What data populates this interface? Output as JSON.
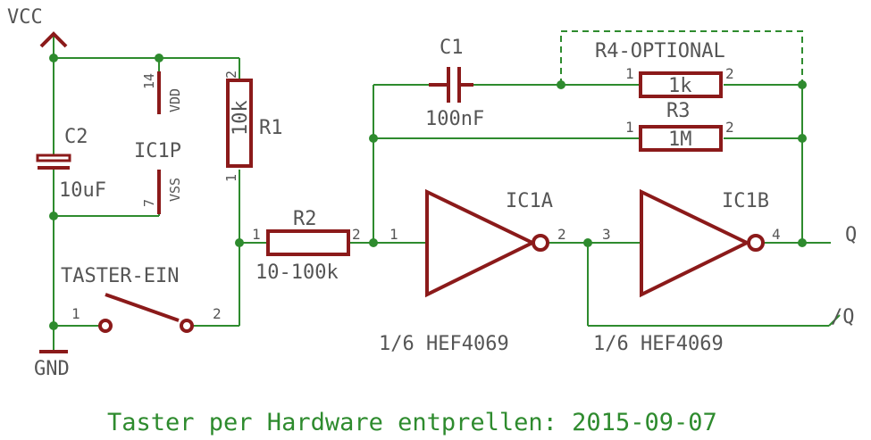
{
  "supply": {
    "vcc": "VCC",
    "gnd": "GND"
  },
  "c2": {
    "name": "C2",
    "value": "10uF"
  },
  "ic1p": {
    "name": "IC1P",
    "vdd": "VDD",
    "vdd_pin": "14",
    "vss": "VSS",
    "vss_pin": "7"
  },
  "r1": {
    "name": "R1",
    "value": "10k",
    "pin1": "1",
    "pin2": "2"
  },
  "switch": {
    "name": "TASTER-EIN",
    "pin1": "1",
    "pin2": "2"
  },
  "r2": {
    "name": "R2",
    "value": "10-100k",
    "pin1": "1",
    "pin2": "2"
  },
  "c1": {
    "name": "C1",
    "value": "100nF"
  },
  "r4": {
    "name": "R4-OPTIONAL",
    "value": "1k",
    "pin1": "1",
    "pin2": "2"
  },
  "r3": {
    "name": "R3",
    "value": "1M",
    "pin1": "1",
    "pin2": "2"
  },
  "ic1a": {
    "name": "IC1A",
    "in_pin": "1",
    "out_pin": "2",
    "part": "1/6 HEF4069"
  },
  "ic1b": {
    "name": "IC1B",
    "in_pin": "3",
    "out_pin": "4",
    "part": "1/6 HEF4069"
  },
  "outputs": {
    "q": "Q",
    "nq": "/Q"
  },
  "footer": {
    "title": "Taster per Hardware entprellen: 2015-09-07"
  },
  "colors": {
    "wire": "#2e8b2e",
    "part": "#8b1a1a",
    "label": "#555555"
  }
}
